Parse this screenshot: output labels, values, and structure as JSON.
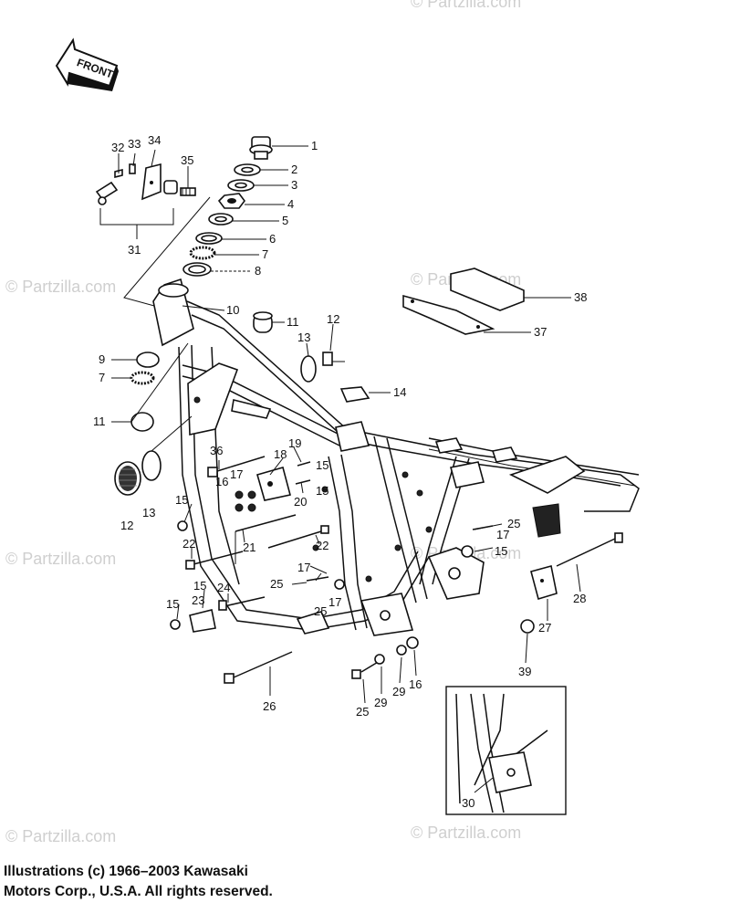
{
  "front_label": "FRONT",
  "watermarks": [
    "© Partzilla.com",
    "© Partzilla.com",
    "© Partzilla.com",
    "© Partzilla.com",
    "© Partzilla.com",
    "© Partzilla.com",
    "© Partzilla.com"
  ],
  "callouts": {
    "c1": "1",
    "c2": "2",
    "c3": "3",
    "c4": "4",
    "c5": "5",
    "c6": "6",
    "c7": "7",
    "c8": "8",
    "c9": "9",
    "c7b": "7",
    "c10": "10",
    "c11": "11",
    "c11b": "11",
    "c12": "12",
    "c12b": "12",
    "c13": "13",
    "c13b": "13",
    "c14": "14",
    "c15a": "15",
    "c15b": "15",
    "c15c": "15",
    "c15d": "15",
    "c15e": "15",
    "c15f": "15",
    "c16a": "16",
    "c16b": "16",
    "c17a": "17",
    "c17b": "17",
    "c17c": "17",
    "c17d": "17",
    "c18": "18",
    "c19": "19",
    "c20": "20",
    "c21": "21",
    "c22a": "22",
    "c22b": "22",
    "c23": "23",
    "c24": "24",
    "c25a": "25",
    "c25b": "25",
    "c25c": "25",
    "c25d": "25",
    "c26": "26",
    "c27": "27",
    "c28": "28",
    "c29a": "29",
    "c29b": "29",
    "c30": "30",
    "c31": "31",
    "c32": "32",
    "c33": "33",
    "c34": "34",
    "c35": "35",
    "c36": "36",
    "c37": "37",
    "c38": "38",
    "c39": "39"
  },
  "copyright": {
    "line1": "Illustrations (c) 1966–2003 Kawasaki",
    "line2": "Motors Corp., U.S.A.  All rights reserved."
  }
}
